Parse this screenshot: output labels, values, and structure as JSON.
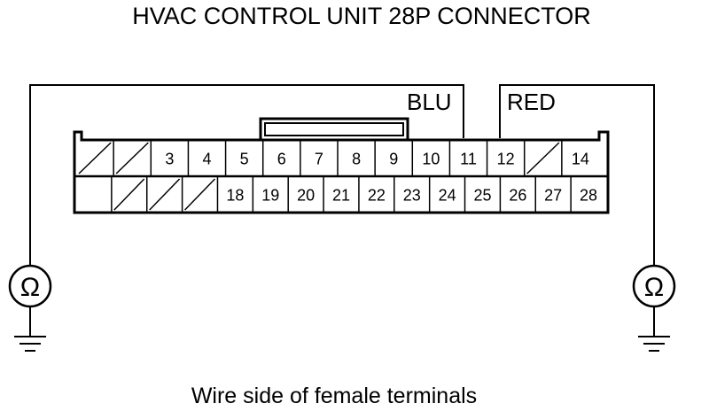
{
  "title": "HVAC CONTROL UNIT 28P CONNECTOR",
  "caption": "Wire side of female terminals",
  "wires": {
    "left_label": "BLU",
    "right_label": "RED"
  },
  "meters": {
    "left_symbol": "Ω",
    "right_symbol": "Ω"
  },
  "connector": {
    "top_row": [
      {
        "label": "",
        "empty": true
      },
      {
        "label": "",
        "empty": true
      },
      {
        "label": "3",
        "empty": false
      },
      {
        "label": "4",
        "empty": false
      },
      {
        "label": "5",
        "empty": false
      },
      {
        "label": "6",
        "empty": false
      },
      {
        "label": "7",
        "empty": false
      },
      {
        "label": "8",
        "empty": false
      },
      {
        "label": "9",
        "empty": false
      },
      {
        "label": "10",
        "empty": false
      },
      {
        "label": "11",
        "empty": false
      },
      {
        "label": "12",
        "empty": false
      },
      {
        "label": "",
        "empty": true
      },
      {
        "label": "14",
        "empty": false
      }
    ],
    "bottom_row": [
      {
        "label": "",
        "empty": false
      },
      {
        "label": "",
        "empty": true
      },
      {
        "label": "",
        "empty": true
      },
      {
        "label": "",
        "empty": true
      },
      {
        "label": "18",
        "empty": false
      },
      {
        "label": "19",
        "empty": false
      },
      {
        "label": "20",
        "empty": false
      },
      {
        "label": "21",
        "empty": false
      },
      {
        "label": "22",
        "empty": false
      },
      {
        "label": "23",
        "empty": false
      },
      {
        "label": "24",
        "empty": false
      },
      {
        "label": "25",
        "empty": false
      },
      {
        "label": "26",
        "empty": false
      },
      {
        "label": "27",
        "empty": false
      },
      {
        "label": "28",
        "empty": false
      }
    ]
  }
}
